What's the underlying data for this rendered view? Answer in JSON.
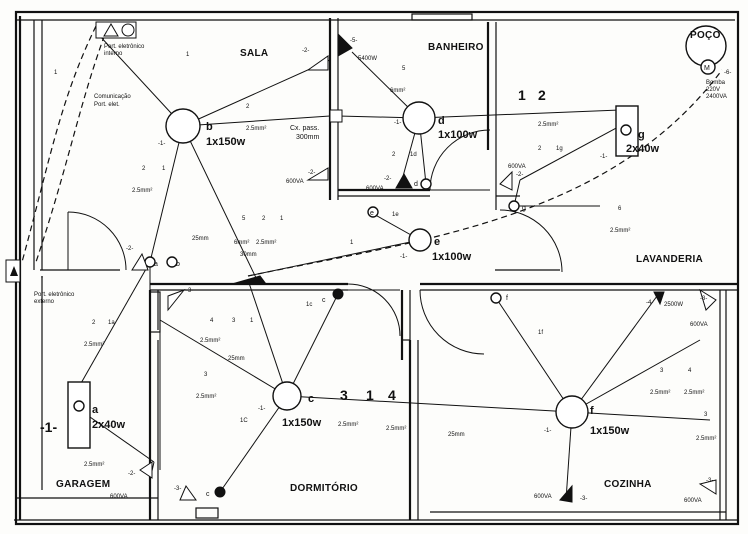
{
  "rooms": {
    "sala": "SALA",
    "banheiro": "BANHEIRO",
    "poco": "POÇO",
    "lavanderia": "LAVANDERIA",
    "garagem": "GARAGEM",
    "dormitorio": "DORMITÓRIO",
    "cozinha": "COZINHA"
  },
  "notes": {
    "port_interno_1": "Port. eletrônico",
    "port_interno_2": "interno",
    "comunicacao_1": "Comunicação",
    "comunicacao_2": "Port. elet.",
    "port_externo_1": "Port. eletrônico",
    "port_externo_2": "externo",
    "cx_pass_1": "Cx. pass.",
    "cx_pass_2": "300mm",
    "bomba_1": "Bomba",
    "bomba_2": "220V",
    "bomba_3": "2400VA"
  },
  "lamps": {
    "a_id": "a",
    "a_power": "2x40w",
    "b_id": "b",
    "b_power": "1x150w",
    "c_id": "c",
    "c_power": "1x150w",
    "d_id": "d",
    "d_power": "1x100w",
    "e_id": "e",
    "e_power": "1x100w",
    "f_id": "f",
    "f_power": "1x150w",
    "g_id": "g",
    "g_power": "2x40w"
  },
  "circuits": {
    "c1": "-1-",
    "c2": "-2-",
    "c3": "-3-",
    "c4": "-4-",
    "c5": "-5-",
    "c6": "-6-",
    "garage_big": "-1-",
    "motor": "M"
  },
  "switches": {
    "a": "a",
    "b": "b",
    "c": "c",
    "d": "d",
    "e": "e",
    "f": "f",
    "g": "g",
    "e_label": "1e",
    "f_label": "1f",
    "c_label": "1C",
    "g_label": "1g",
    "d_label": "1d",
    "a_label": "1a"
  },
  "loads": {
    "sala_600": "600VA",
    "banh_5400": "5400W",
    "lav_600": "600VA",
    "coz_2500": "2500W",
    "coz_600a": "600VA",
    "coz_600b": "600VA",
    "coz_600c": "600VA",
    "gar_600": "600VA"
  },
  "wires": {
    "w1": "1",
    "w2": "2",
    "w3": "3",
    "w4": "4",
    "w5": "5",
    "w6": "6",
    "w1c": "1c",
    "s25": "2.5mm²",
    "s6": "6mm²",
    "s25mm": "25mm",
    "s30mm": "30mm",
    "big3": "3",
    "big1": "1",
    "big4": "4",
    "big1g": "1",
    "big2g": "2"
  }
}
